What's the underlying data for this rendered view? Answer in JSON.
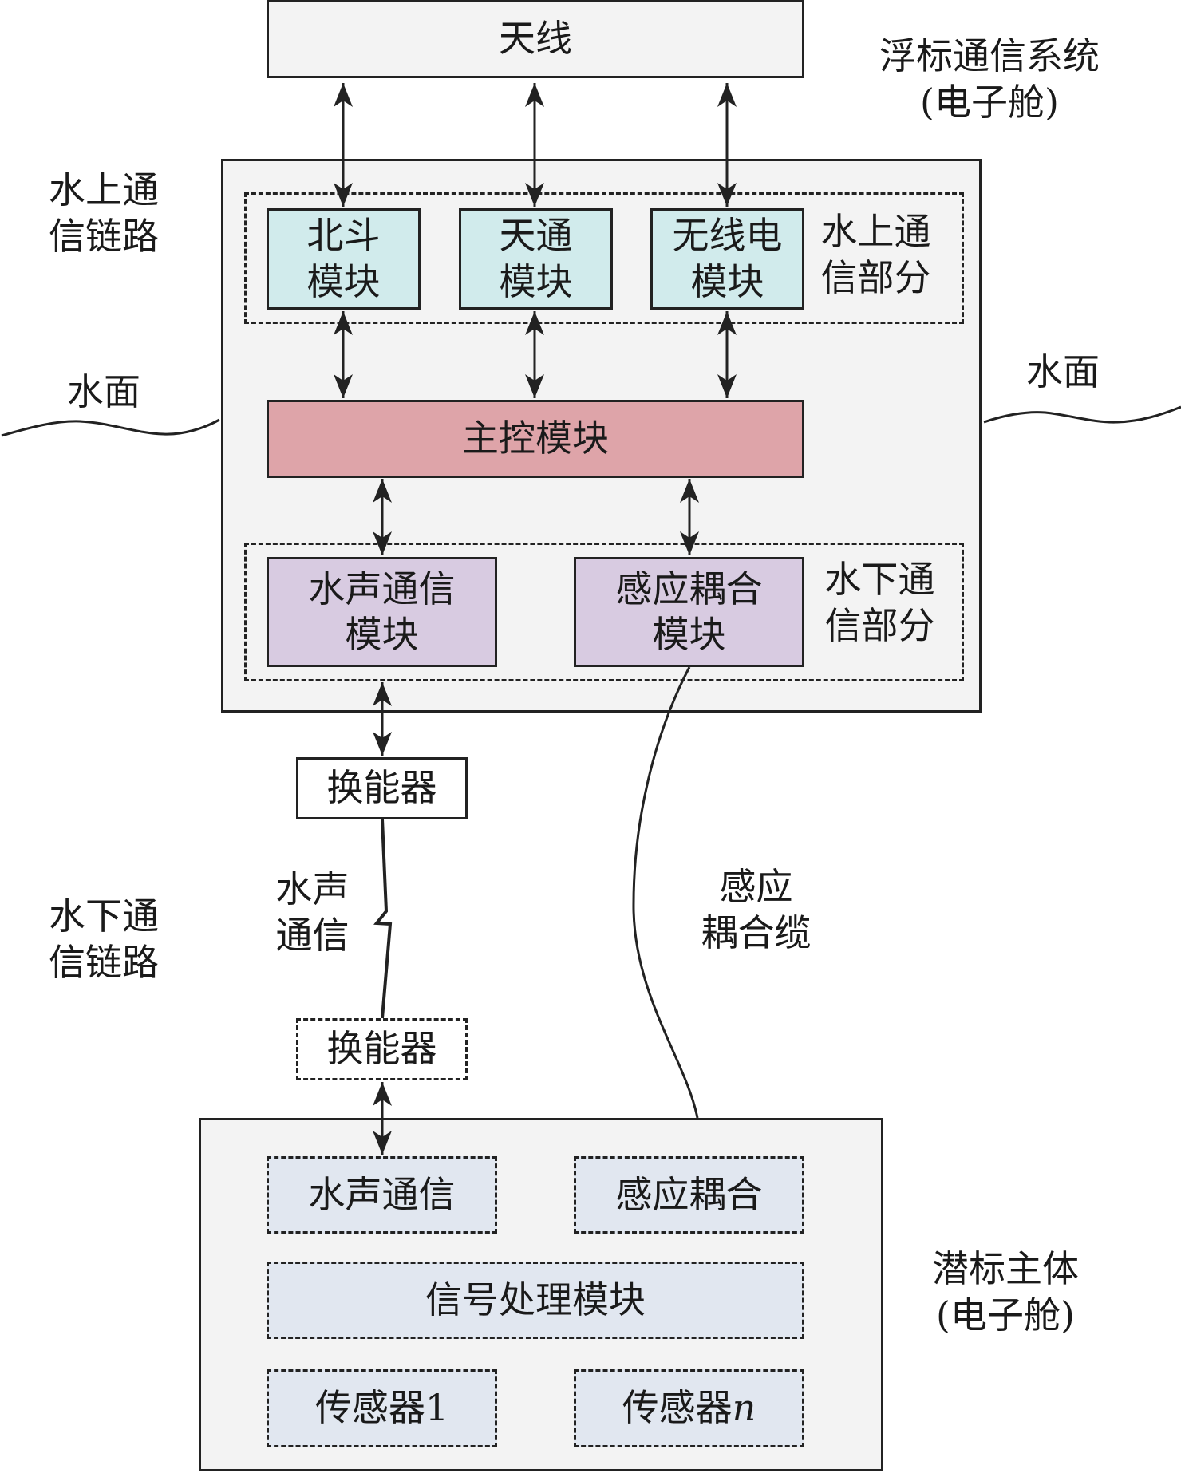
{
  "title": "浮标通信系统架构",
  "colors": {
    "container_fill": "#f3f3f3",
    "above_water_module": "#d1ebec",
    "main_control": "#dea4a9",
    "underwater_module": "#d8cbe1",
    "submersible_module": "#e1e7f0",
    "stroke": "#222222"
  },
  "buoy": {
    "antenna": "天线",
    "system_label": "浮标通信系统\n(电子舱)",
    "above_water_section_label": "水上通\n信部分",
    "modules": {
      "beidou": "北斗\n模块",
      "tiantong": "天通\n模块",
      "radio": "无线电\n模块"
    },
    "main_control": "主控模块",
    "underwater_section_label": "水下通\n信部分",
    "acoustic_module": "水声通信\n模块",
    "inductive_module": "感应耦合\n模块"
  },
  "side_labels": {
    "above_water_link": "水上通\n信链路",
    "underwater_link": "水下通\n信链路",
    "water_surface_left": "水面",
    "water_surface_right": "水面"
  },
  "link": {
    "transducer_top": "换能器",
    "acoustic_comm": "水声\n通信",
    "transducer_bottom": "换能器",
    "inductive_cable": "感应\n耦合缆"
  },
  "submersible": {
    "label": "潜标主体\n(电子舱)",
    "acoustic": "水声通信",
    "inductive": "感应耦合",
    "signal_processing": "信号处理模块",
    "sensor_1": "传感器1",
    "sensor_n_prefix": "传感器",
    "sensor_n_suffix": "n"
  }
}
